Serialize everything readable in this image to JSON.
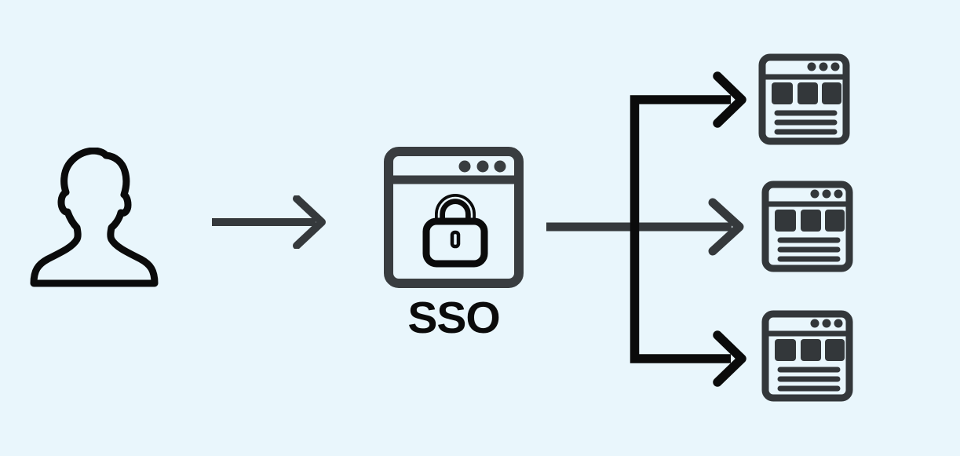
{
  "diagram": {
    "background_color": "#e9f6fc",
    "colors": {
      "ink_black": "#0b0b0b",
      "arrow_gray": "#35393c",
      "sso_frame_gray": "#393d40",
      "app_window_gray": "#33373a"
    },
    "user": {
      "icon": "user-silhouette-icon"
    },
    "sso": {
      "label": "SSO",
      "icon": "browser-window-lock-icon"
    },
    "apps": [
      {
        "icon": "app-browser-window-icon"
      },
      {
        "icon": "app-browser-window-icon"
      },
      {
        "icon": "app-browser-window-icon"
      }
    ],
    "edges": [
      {
        "from": "user",
        "to": "sso",
        "style": "gray-arrow"
      },
      {
        "from": "sso",
        "to": "app-1",
        "style": "black-branch-arrow"
      },
      {
        "from": "sso",
        "to": "app-2",
        "style": "gray-arrow"
      },
      {
        "from": "sso",
        "to": "app-3",
        "style": "black-branch-arrow"
      }
    ]
  }
}
